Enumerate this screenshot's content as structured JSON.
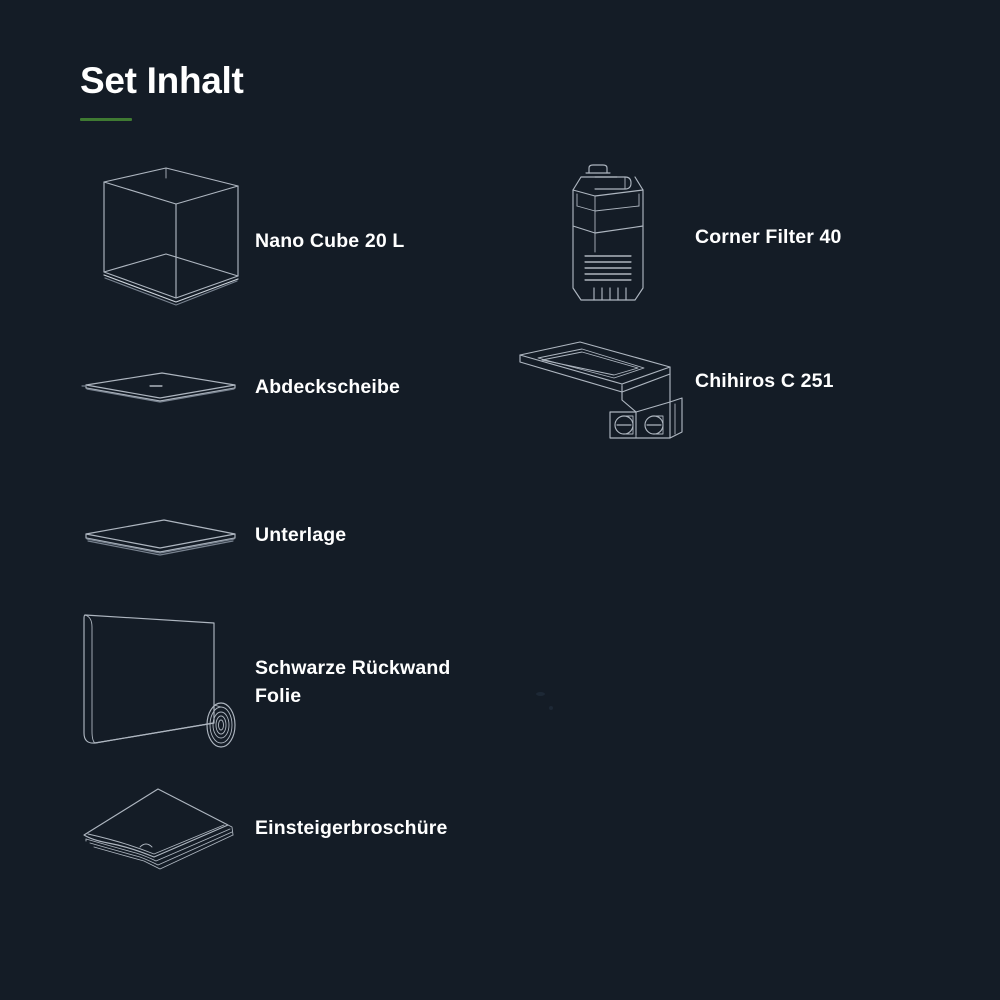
{
  "page": {
    "title": "Set Inhalt",
    "background_color": "#141c26",
    "text_color": "#ffffff",
    "line_color": "#aeb6c0",
    "accent_color": "#3f7a32"
  },
  "items": [
    {
      "id": "nano-cube",
      "label": "Nano Cube 20 L",
      "icon": "aquarium-cube-icon",
      "column": "left"
    },
    {
      "id": "corner-filter",
      "label": "Corner Filter 40",
      "icon": "corner-filter-icon",
      "column": "right"
    },
    {
      "id": "cover-pane",
      "label": "Abdeckscheibe",
      "icon": "cover-glass-icon",
      "column": "left"
    },
    {
      "id": "chihiros-light",
      "label": "Chihiros C 251",
      "icon": "led-lamp-icon",
      "column": "right"
    },
    {
      "id": "underlay-mat",
      "label": "Unterlage",
      "icon": "underlay-mat-icon",
      "column": "left"
    },
    {
      "id": "background-foil",
      "label": "Schwarze Rückwand\nFolie",
      "icon": "rolled-foil-icon",
      "column": "left"
    },
    {
      "id": "starter-brochure",
      "label": "Einsteigerbroschüre",
      "icon": "brochure-stack-icon",
      "column": "left"
    }
  ]
}
